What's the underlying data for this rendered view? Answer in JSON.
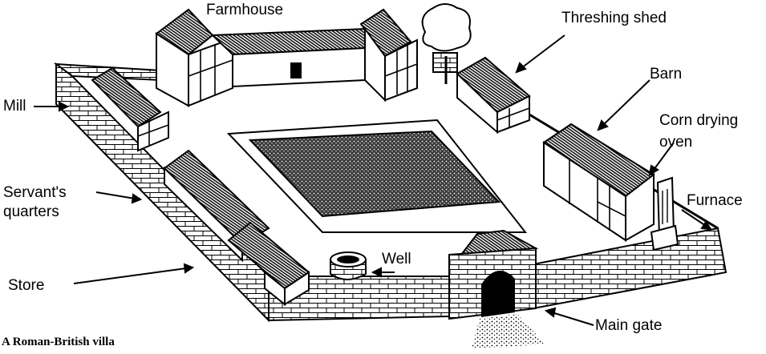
{
  "caption": "A Roman-British villa",
  "labels": {
    "farmhouse": "Farmhouse",
    "threshing_shed": "Threshing  shed",
    "barn": "Barn",
    "corn_drying_line1": "Corn drying",
    "corn_drying_line2": "oven",
    "furnace": "Furnace",
    "mill": "Mill",
    "servants_line1": "Servant's",
    "servants_line2": "quarters",
    "store": "Store",
    "well": "Well",
    "main_gate": "Main gate"
  }
}
